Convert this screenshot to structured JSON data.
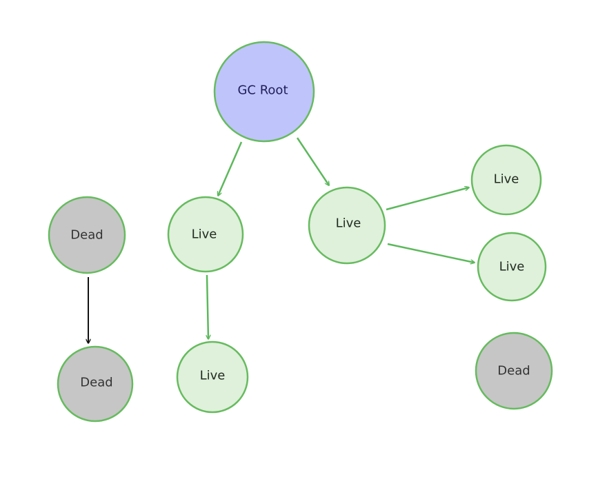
{
  "colors": {
    "root_fill": "#bfc4fb",
    "live_fill": "#dff0db",
    "dead_fill": "#c6c6c6",
    "live_stroke": "#66bb5e",
    "live_edge": "#5cb85c",
    "dead_edge": "#111111"
  },
  "nodes": {
    "root": {
      "label": "GC Root",
      "state": "root"
    },
    "live_a": {
      "label": "Live",
      "state": "live"
    },
    "live_b": {
      "label": "Live",
      "state": "live"
    },
    "live_c": {
      "label": "Live",
      "state": "live"
    },
    "live_d": {
      "label": "Live",
      "state": "live"
    },
    "live_e": {
      "label": "Live",
      "state": "live"
    },
    "dead_a": {
      "label": "Dead",
      "state": "dead"
    },
    "dead_b": {
      "label": "Dead",
      "state": "dead"
    },
    "dead_c": {
      "label": "Dead",
      "state": "dead"
    }
  },
  "edges": [
    {
      "from": "root",
      "to": "live_a",
      "kind": "live"
    },
    {
      "from": "root",
      "to": "live_c",
      "kind": "live"
    },
    {
      "from": "live_a",
      "to": "live_b",
      "kind": "live"
    },
    {
      "from": "live_c",
      "to": "live_d",
      "kind": "live"
    },
    {
      "from": "live_c",
      "to": "live_e",
      "kind": "live"
    },
    {
      "from": "dead_a",
      "to": "dead_b",
      "kind": "dead"
    }
  ]
}
